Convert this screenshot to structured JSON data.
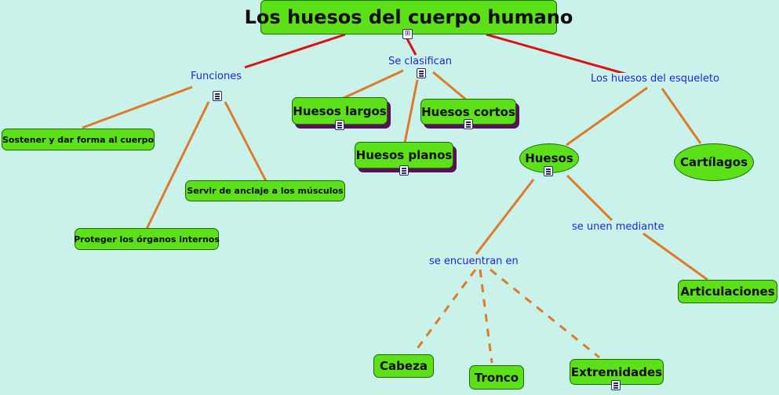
{
  "title": "Los huesos del cuerpo humano",
  "links": {
    "funciones": "Funciones",
    "se_clasifican": "Se clasifican",
    "huesos_esqueleto": "Los huesos del esqueleto",
    "se_encuentran_en": "se encuentran en",
    "se_unen_mediante": "se unen mediante"
  },
  "nodes": {
    "sostener": "Sostener y dar forma al cuerpo",
    "anclaje": "Servir de anclaje a los músculos",
    "proteger": "Proteger los órganos internos",
    "largos": "Huesos largos",
    "cortos": "Huesos cortos",
    "planos": "Huesos planos",
    "huesos": "Huesos",
    "cartilagos": "Cartílagos",
    "articulaciones": "Articulaciones",
    "cabeza": "Cabeza",
    "tronco": "Tronco",
    "extremidades": "Extremidades"
  },
  "icons": {
    "document": "document-icon",
    "concept_map": "concept-map-icon"
  },
  "colors": {
    "background": "#c8f2ea",
    "node_fill": "#5ce018",
    "link_text": "#2424d6",
    "main_connector": "#dd1111",
    "connector": "#e07a2a",
    "shadow": "#5a0f5c"
  }
}
